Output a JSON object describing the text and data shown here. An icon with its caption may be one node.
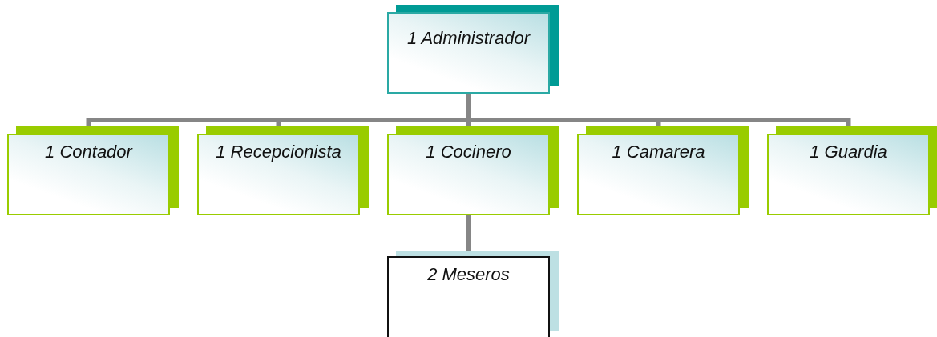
{
  "diagram": {
    "nodes": [
      {
        "text": [
          "1 Administrador"
        ]
      },
      {
        "text": [
          "1 Contador"
        ]
      },
      {
        "text": [
          "1 Recepcionista"
        ]
      },
      {
        "text": [
          "1 Cocinero"
        ]
      },
      {
        "text": [
          "1 Camarera"
        ]
      },
      {
        "text": [
          "1 Guardia"
        ]
      },
      {
        "text": [
          "2 Meseros"
        ]
      }
    ],
    "edges": [
      {
        "from": 0,
        "to": 1,
        "arrow": "none"
      },
      {
        "from": 0,
        "to": 2,
        "arrow": "none"
      },
      {
        "from": 0,
        "to": 3,
        "arrow": "none"
      },
      {
        "from": 0,
        "to": 4,
        "arrow": "none"
      },
      {
        "from": 0,
        "to": 5,
        "arrow": "none"
      },
      {
        "from": 3,
        "to": 6,
        "arrow": "none"
      }
    ]
  }
}
